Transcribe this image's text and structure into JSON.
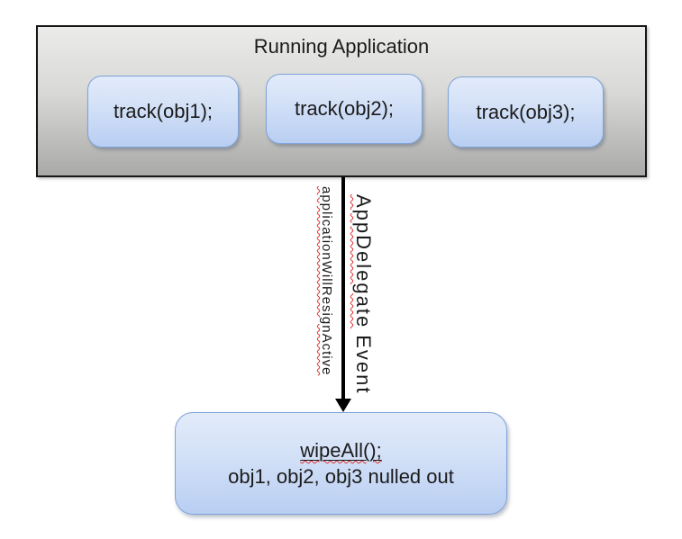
{
  "app_box": {
    "title": "Running Application",
    "tracks": [
      "track(obj1);",
      "track(obj2);",
      "track(obj3);"
    ]
  },
  "arrow": {
    "method_label": "applicationWillResignActive",
    "event_label_word1": "AppDelegate",
    "event_label_word2": "Event"
  },
  "wipe_box": {
    "line1": "wipeAll();",
    "line2": "obj1, obj2, obj3 nulled out"
  },
  "colors": {
    "gray_top": "#ebebe9",
    "gray_bottom": "#a9a9a7",
    "blue_top": "#e2ebfa",
    "blue_bottom": "#b8cef2",
    "blue_border": "#7fa3d8",
    "squiggle_red": "#e03030",
    "text": "#1b1b1b"
  }
}
